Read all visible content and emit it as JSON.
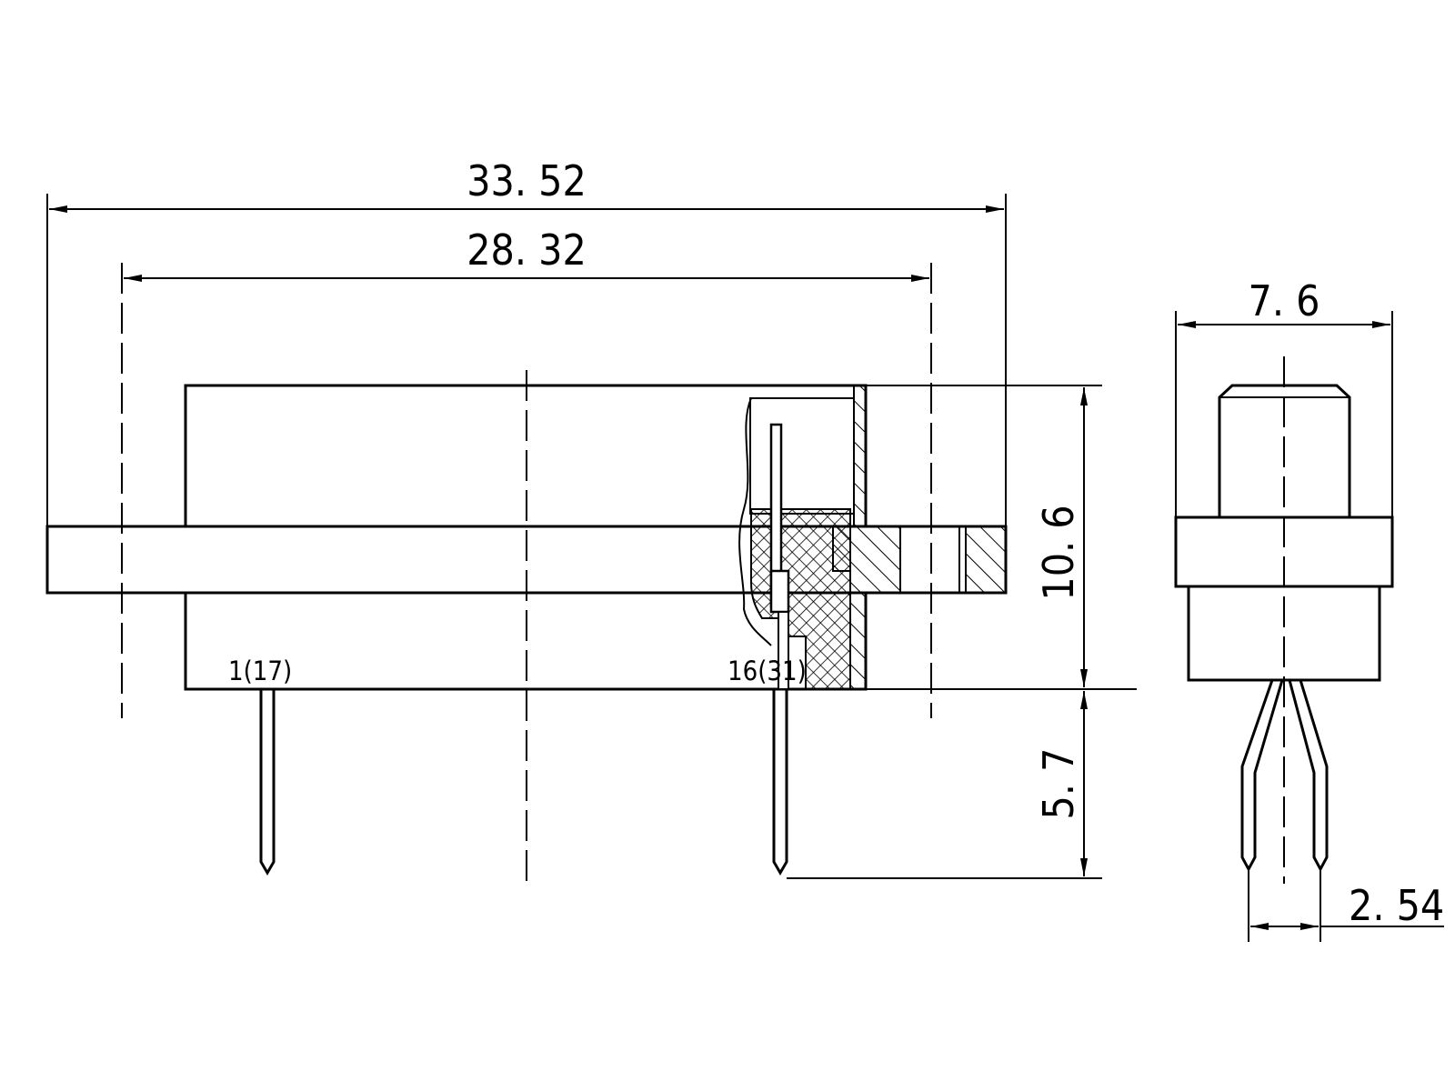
{
  "dimensions": {
    "overall_width": "33. 52",
    "pin_span": "28. 32",
    "body_height": "10. 6",
    "pin_length": "5. 7",
    "side_width": "7. 6",
    "pitch": "2. 54"
  },
  "pin_labels": {
    "first": "1(17)",
    "last": "16(31)"
  },
  "colors": {
    "line": "#000000",
    "background": "#ffffff"
  }
}
